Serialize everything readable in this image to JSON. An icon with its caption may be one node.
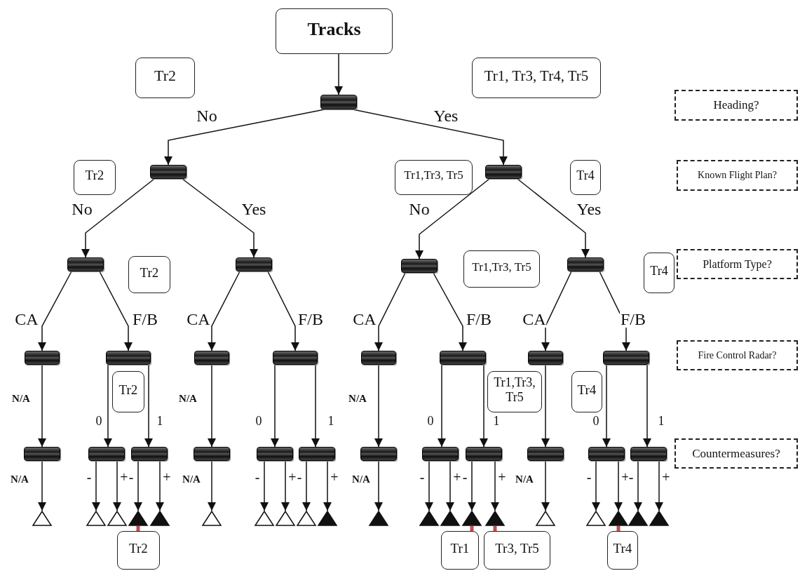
{
  "diagram": {
    "nodes": [
      {
        "text": [
          "Tracks"
        ]
      },
      {
        "text": [
          "Tr2"
        ]
      },
      {
        "text": [
          "Tr1, Tr3, Tr4, Tr5"
        ]
      },
      {
        "text": [
          "Heading?"
        ]
      },
      {
        "text": [],
        "shape": "bar"
      },
      {
        "text": [
          "Tr2"
        ]
      },
      {
        "text": [],
        "shape": "bar"
      },
      {
        "text": [
          "Tr1,Tr3, Tr5"
        ]
      },
      {
        "text": [],
        "shape": "bar"
      },
      {
        "text": [
          "Tr4"
        ]
      },
      {
        "text": [
          "Known Flight Plan?"
        ]
      },
      {
        "text": [],
        "shape": "bar"
      },
      {
        "text": [
          "Tr2"
        ]
      },
      {
        "text": [],
        "shape": "bar"
      },
      {
        "text": [],
        "shape": "bar"
      },
      {
        "text": [
          "Tr1,Tr3, Tr5"
        ]
      },
      {
        "text": [],
        "shape": "bar"
      },
      {
        "text": [
          "Tr4"
        ]
      },
      {
        "text": [
          "Platform Type?"
        ]
      },
      {
        "text": [],
        "shape": "bar"
      },
      {
        "text": [],
        "shape": "bar"
      },
      {
        "text": [],
        "shape": "bar"
      },
      {
        "text": [],
        "shape": "bar"
      },
      {
        "text": [],
        "shape": "bar"
      },
      {
        "text": [],
        "shape": "bar"
      },
      {
        "text": [],
        "shape": "bar"
      },
      {
        "text": [],
        "shape": "bar"
      },
      {
        "text": [
          "Fire Control Radar?"
        ]
      },
      {
        "text": [
          "Tr2"
        ]
      },
      {
        "text": [
          "Tr1,Tr3, Tr5"
        ]
      },
      {
        "text": [
          "Tr4"
        ]
      },
      {
        "text": [],
        "shape": "bar"
      },
      {
        "text": [],
        "shape": "bar"
      },
      {
        "text": [],
        "shape": "bar"
      },
      {
        "text": [],
        "shape": "bar"
      },
      {
        "text": [],
        "shape": "bar"
      },
      {
        "text": [],
        "shape": "bar"
      },
      {
        "text": [],
        "shape": "bar"
      },
      {
        "text": [],
        "shape": "bar"
      },
      {
        "text": [],
        "shape": "bar"
      },
      {
        "text": [],
        "shape": "bar"
      },
      {
        "text": [],
        "shape": "bar"
      },
      {
        "text": [],
        "shape": "bar"
      },
      {
        "text": [
          "Countermeasures?"
        ]
      },
      {
        "text": [],
        "shape": "triangle"
      },
      {
        "text": [],
        "shape": "triangle"
      },
      {
        "text": [],
        "shape": "triangle"
      },
      {
        "text": [],
        "shape": "filled-triangle"
      },
      {
        "text": [],
        "shape": "filled-triangle"
      },
      {
        "text": [],
        "shape": "triangle"
      },
      {
        "text": [],
        "shape": "triangle"
      },
      {
        "text": [],
        "shape": "triangle"
      },
      {
        "text": [],
        "shape": "triangle"
      },
      {
        "text": [],
        "shape": "filled-triangle"
      },
      {
        "text": [],
        "shape": "filled-triangle"
      },
      {
        "text": [],
        "shape": "filled-triangle"
      },
      {
        "text": [],
        "shape": "filled-triangle"
      },
      {
        "text": [],
        "shape": "filled-triangle"
      },
      {
        "text": [],
        "shape": "filled-triangle"
      },
      {
        "text": [],
        "shape": "triangle"
      },
      {
        "text": [],
        "shape": "triangle"
      },
      {
        "text": [],
        "shape": "filled-triangle"
      },
      {
        "text": [],
        "shape": "filled-triangle"
      },
      {
        "text": [],
        "shape": "filled-triangle"
      },
      {
        "text": [
          "Tr2"
        ]
      },
      {
        "text": [
          "Tr1"
        ]
      },
      {
        "text": [
          "Tr3, Tr5"
        ]
      },
      {
        "text": [
          "Tr4"
        ]
      }
    ],
    "edges": [
      {
        "from": 0,
        "to": 4,
        "arrow": "to"
      },
      {
        "from": 4,
        "to": 6,
        "arrow": "to",
        "label": "No"
      },
      {
        "from": 4,
        "to": 8,
        "arrow": "to",
        "label": "Yes"
      },
      {
        "from": 6,
        "to": 11,
        "arrow": "to",
        "label": "No"
      },
      {
        "from": 6,
        "to": 13,
        "arrow": "to",
        "label": "Yes"
      },
      {
        "from": 8,
        "to": 14,
        "arrow": "to",
        "label": "No"
      },
      {
        "from": 8,
        "to": 16,
        "arrow": "to",
        "label": "Yes"
      },
      {
        "from": 11,
        "to": 19,
        "arrow": "to",
        "label": "CA"
      },
      {
        "from": 11,
        "to": 20,
        "arrow": "to",
        "label": "F/B"
      },
      {
        "from": 13,
        "to": 21,
        "arrow": "to",
        "label": "CA"
      },
      {
        "from": 13,
        "to": 22,
        "arrow": "to",
        "label": "F/B"
      },
      {
        "from": 14,
        "to": 23,
        "arrow": "to",
        "label": "CA"
      },
      {
        "from": 14,
        "to": 24,
        "arrow": "to",
        "label": "F/B"
      },
      {
        "from": 16,
        "to": 25,
        "arrow": "to",
        "label": "CA"
      },
      {
        "from": 16,
        "to": 26,
        "arrow": "to",
        "label": "F/B"
      },
      {
        "from": 19,
        "to": 31,
        "arrow": "to",
        "label": "N/A"
      },
      {
        "from": 20,
        "to": 32,
        "arrow": "to",
        "label": "0"
      },
      {
        "from": 20,
        "to": 33,
        "arrow": "to",
        "label": "1"
      },
      {
        "from": 21,
        "to": 34,
        "arrow": "to",
        "label": "N/A"
      },
      {
        "from": 22,
        "to": 35,
        "arrow": "to",
        "label": "0"
      },
      {
        "from": 22,
        "to": 36,
        "arrow": "to",
        "label": "1"
      },
      {
        "from": 23,
        "to": 37,
        "arrow": "to",
        "label": "N/A"
      },
      {
        "from": 24,
        "to": 38,
        "arrow": "to",
        "label": "0"
      },
      {
        "from": 24,
        "to": 39,
        "arrow": "to",
        "label": "1"
      },
      {
        "from": 25,
        "to": 40,
        "arrow": "to"
      },
      {
        "from": 26,
        "to": 41,
        "arrow": "to",
        "label": "0"
      },
      {
        "from": 26,
        "to": 42,
        "arrow": "to",
        "label": "1"
      },
      {
        "from": 31,
        "to": 44,
        "arrow": "to",
        "label": "N/A"
      },
      {
        "from": 32,
        "to": 45,
        "arrow": "to",
        "label": "-"
      },
      {
        "from": 32,
        "to": 46,
        "arrow": "to",
        "label": "+"
      },
      {
        "from": 33,
        "to": 47,
        "arrow": "to",
        "label": "-"
      },
      {
        "from": 33,
        "to": 48,
        "arrow": "to",
        "label": "+"
      },
      {
        "from": 34,
        "to": 49,
        "arrow": "to",
        "label": "N/A"
      },
      {
        "from": 35,
        "to": 50,
        "arrow": "to",
        "label": "-"
      },
      {
        "from": 35,
        "to": 51,
        "arrow": "to",
        "label": "+"
      },
      {
        "from": 36,
        "to": 52,
        "arrow": "to",
        "label": "-"
      },
      {
        "from": 36,
        "to": 53,
        "arrow": "to",
        "label": "+"
      },
      {
        "from": 37,
        "to": 54,
        "arrow": "to",
        "label": "N/A"
      },
      {
        "from": 38,
        "to": 55,
        "arrow": "to",
        "label": "-"
      },
      {
        "from": 38,
        "to": 56,
        "arrow": "to",
        "label": "+"
      },
      {
        "from": 39,
        "to": 57,
        "arrow": "to",
        "label": "-"
      },
      {
        "from": 39,
        "to": 58,
        "arrow": "to",
        "label": "+"
      },
      {
        "from": 40,
        "to": 59,
        "arrow": "to",
        "label": "N/A"
      },
      {
        "from": 41,
        "to": 60,
        "arrow": "to",
        "label": "-"
      },
      {
        "from": 41,
        "to": 61,
        "arrow": "to",
        "label": "+"
      },
      {
        "from": 42,
        "to": 62,
        "arrow": "to",
        "label": "-"
      },
      {
        "from": 42,
        "to": 63,
        "arrow": "to",
        "label": "+"
      },
      {
        "from": 47,
        "to": 64,
        "arrow": "none",
        "style": "thick",
        "color": "#c0504d"
      },
      {
        "from": 57,
        "to": 65,
        "arrow": "none",
        "style": "thick",
        "color": "#c0504d"
      },
      {
        "from": 58,
        "to": 66,
        "arrow": "none",
        "style": "thick",
        "color": "#c0504d"
      },
      {
        "from": 61,
        "to": 67,
        "arrow": "none",
        "style": "thick",
        "color": "#c0504d"
      }
    ]
  }
}
